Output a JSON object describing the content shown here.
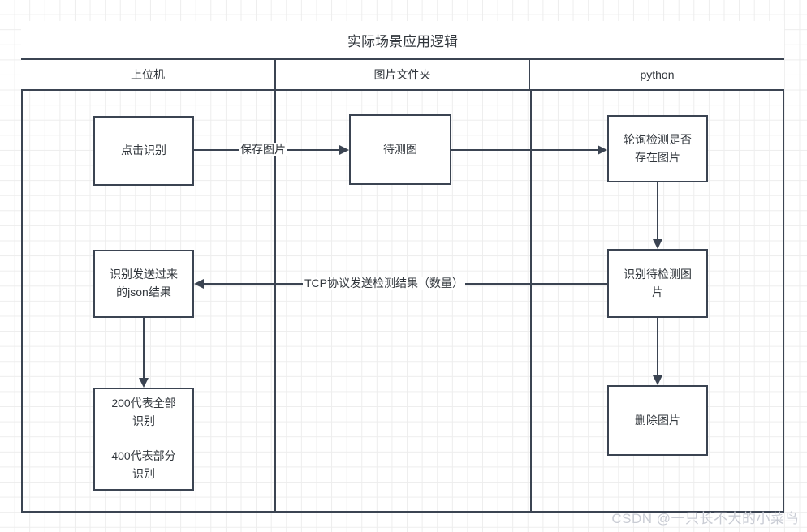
{
  "diagram": {
    "title": "实际场景应用逻辑",
    "lanes": [
      {
        "id": "lane-upper-machine",
        "label": "上位机"
      },
      {
        "id": "lane-image-folder",
        "label": "图片文件夹"
      },
      {
        "id": "lane-python",
        "label": "python"
      }
    ],
    "nodes": [
      {
        "id": "node-click-recognize",
        "label": "点击识别",
        "lane": "上位机"
      },
      {
        "id": "node-image-to-test",
        "label": "待测图",
        "lane": "图片文件夹"
      },
      {
        "id": "node-poll-exists",
        "label": "轮询检测是否\n存在图片",
        "lane": "python"
      },
      {
        "id": "node-json-result",
        "label": "识别发送过来\n的json结果",
        "lane": "上位机"
      },
      {
        "id": "node-detect-image",
        "label": "识别待检测图\n片",
        "lane": "python"
      },
      {
        "id": "node-status-codes",
        "label": "200代表全部\n识别\n\n400代表部分\n识别",
        "lane": "上位机"
      },
      {
        "id": "node-delete-image",
        "label": "删除图片",
        "lane": "python"
      }
    ],
    "edges": [
      {
        "id": "edge-save-image",
        "label": "保存图片",
        "from": "node-click-recognize",
        "to": "node-image-to-test"
      },
      {
        "id": "edge-poll",
        "label": "",
        "from": "node-image-to-test",
        "to": "node-poll-exists"
      },
      {
        "id": "edge-poll-to-detect",
        "label": "",
        "from": "node-poll-exists",
        "to": "node-detect-image"
      },
      {
        "id": "edge-tcp-result",
        "label": "TCP协议发送检测结果（数量）",
        "from": "node-detect-image",
        "to": "node-json-result"
      },
      {
        "id": "edge-detect-to-delete",
        "label": "",
        "from": "node-detect-image",
        "to": "node-delete-image"
      },
      {
        "id": "edge-json-to-codes",
        "label": "",
        "from": "node-json-result",
        "to": "node-status-codes"
      }
    ],
    "watermark": "CSDN @一只长不大的小菜鸟",
    "colors": {
      "stroke": "#3b4452",
      "text": "#32373d",
      "background": "#ffffff",
      "grid": "#ededed",
      "watermark": "#c9ccd4"
    }
  }
}
